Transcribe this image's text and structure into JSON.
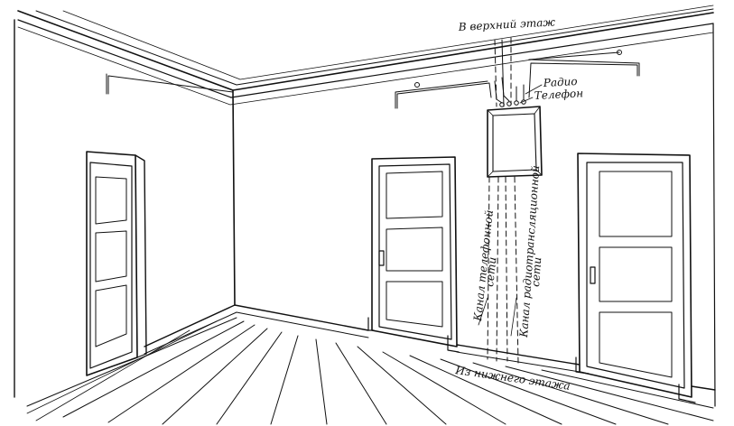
{
  "labels": {
    "to_upper_floor": "В верхний этаж",
    "radio": "Радио",
    "telephone": "Телефон",
    "telephone_channel_line1": "Канал телефонной",
    "telephone_channel_line2": "сети",
    "radio_channel_line1": "Канал радиотрансляционной",
    "radio_channel_line2": "сети",
    "from_lower_floor": "Из нижнего этажа"
  }
}
